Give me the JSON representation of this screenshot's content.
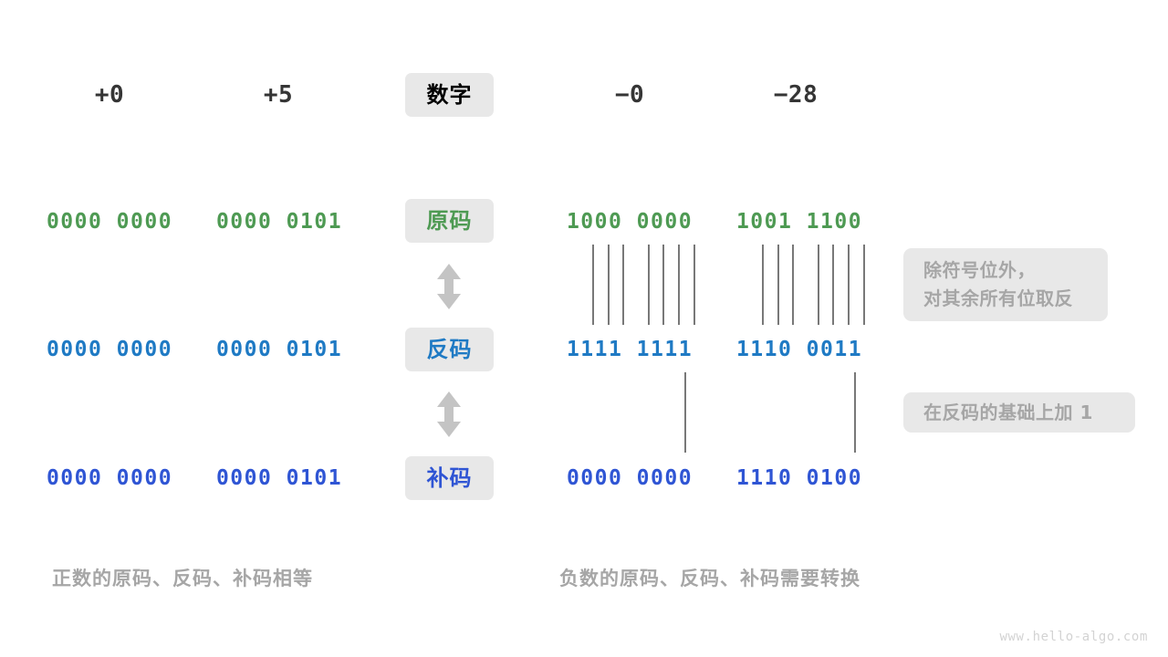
{
  "page": {
    "background": "#ffffff",
    "watermark": "www.hello-algo.com"
  },
  "colors": {
    "text_dark": "#353535",
    "green": "#4e9a53",
    "blue": "#1f7ac4",
    "deep_blue": "#2f55d4",
    "chip_bg": "#e8e8e8",
    "muted_gray": "#a6a6a6",
    "line_gray": "#787878"
  },
  "header": {
    "row_label": "数字",
    "columns": [
      {
        "name": "plus-zero",
        "label": "+0"
      },
      {
        "name": "plus-five",
        "label": "+5"
      },
      {
        "name": "minus-zero",
        "label": "−0"
      },
      {
        "name": "minus-28",
        "label": "−28"
      }
    ]
  },
  "rows": [
    {
      "key": "true-form",
      "label": "原码",
      "color": "#4e9a53",
      "values": {
        "plus_zero": "0000 0000",
        "plus_five": "0000 0101",
        "minus_zero": "1000 0000",
        "minus_28": "1001 1100"
      }
    },
    {
      "key": "ones-complement",
      "label": "反码",
      "color": "#1f7ac4",
      "values": {
        "plus_zero": "0000 0000",
        "plus_five": "0000 0101",
        "minus_zero": "1111 1111",
        "minus_28": "1110 0011"
      }
    },
    {
      "key": "twos-complement",
      "label": "补码",
      "color": "#2f55d4",
      "values": {
        "plus_zero": "0000 0000",
        "plus_five": "0000 0101",
        "minus_zero": "0000 0000",
        "minus_28": "1110 0100"
      }
    }
  ],
  "notes": [
    {
      "key": "invert-note",
      "lines": [
        "除符号位外，",
        "对其余所有位取反"
      ]
    },
    {
      "key": "add-one-note",
      "lines": [
        "在反码的基础上加  1"
      ]
    }
  ],
  "captions": {
    "left": "正数的原码、反码、补码相等",
    "right": "负数的原码、反码、补码需要转换"
  },
  "icons": {
    "arrow_updown": "double-headed-vertical-arrow"
  }
}
